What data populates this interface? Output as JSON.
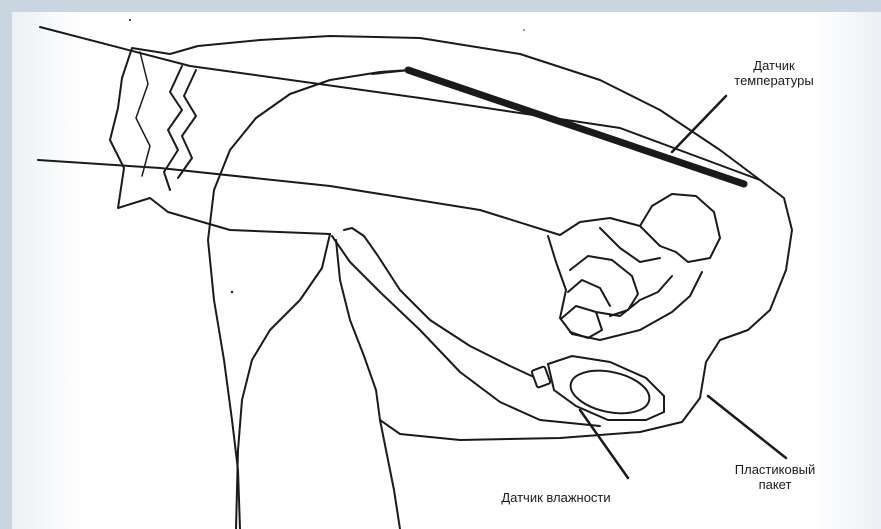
{
  "labels": {
    "temperature_sensor_line1": "Датчик",
    "temperature_sensor_line2": "температуры",
    "plastic_bag_line1": "Пластиковый",
    "plastic_bag_line2": "пакет",
    "humidity_sensor": "Датчик влажности"
  },
  "colors": {
    "ink": "#1a1a1a",
    "background": "#ffffff",
    "border": "#c9d6e2"
  }
}
